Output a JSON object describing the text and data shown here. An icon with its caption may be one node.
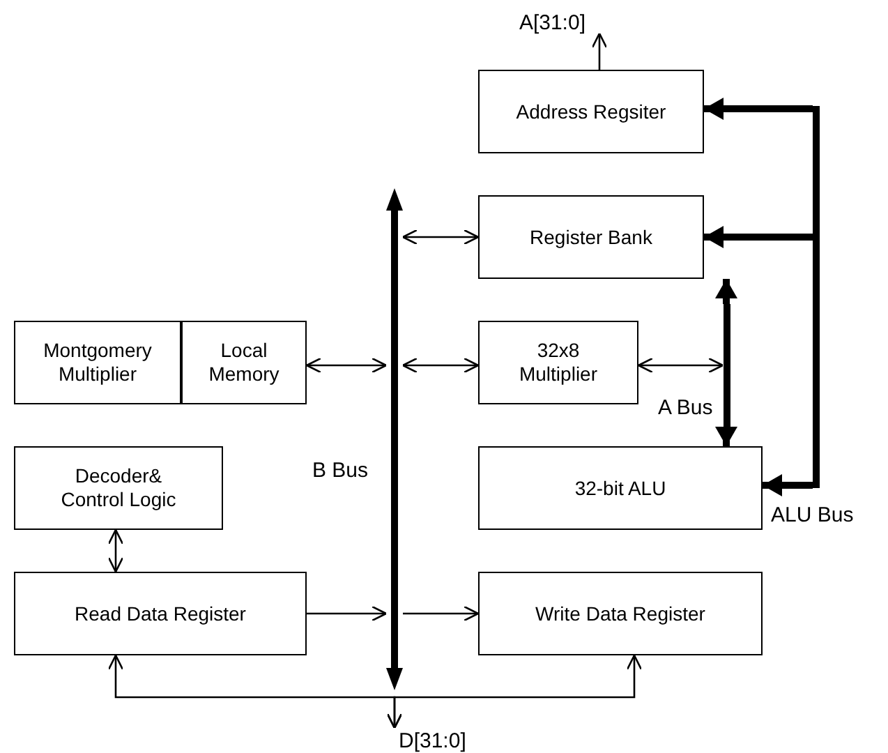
{
  "diagram": {
    "nodes": [
      {
        "text": [
          "Address Regsiter"
        ]
      },
      {
        "text": [
          "Register Bank"
        ]
      },
      {
        "text": [
          "Montgomery Multiplier"
        ]
      },
      {
        "text": [
          "Local Memory"
        ]
      },
      {
        "text": [
          "32x8 Multiplier"
        ]
      },
      {
        "text": [
          "Decoder& Control Logic"
        ]
      },
      {
        "text": [
          "32-bit ALU"
        ]
      },
      {
        "text": [
          "Read Data Register"
        ]
      },
      {
        "text": [
          "Write Data Register"
        ]
      },
      {
        "text": [],
        "shape": "bar",
        "beside": [
          "B Bus"
        ]
      },
      {
        "text": [],
        "shape": "bar",
        "beside": [
          "A Bus"
        ]
      },
      {
        "text": [],
        "shape": "bar",
        "beside": [
          "ALU Bus"
        ]
      },
      {
        "text": [
          "D[31:0]"
        ]
      },
      {
        "text": [
          "A[31:0]"
        ]
      }
    ],
    "edges": [
      {
        "from": 0,
        "to": 13,
        "arrow": "to"
      },
      {
        "from": 9,
        "to": 1,
        "arrow": "both"
      },
      {
        "from": 3,
        "to": 9,
        "arrow": "both"
      },
      {
        "from": 9,
        "to": 4,
        "arrow": "both"
      },
      {
        "from": 4,
        "to": 10,
        "arrow": "both"
      },
      {
        "from": 10,
        "to": 1,
        "arrow": "to",
        "style": "thick"
      },
      {
        "from": 10,
        "to": 6,
        "arrow": "to",
        "style": "thick"
      },
      {
        "from": 11,
        "to": 0,
        "arrow": "to",
        "style": "thick"
      },
      {
        "from": 11,
        "to": 1,
        "arrow": "to",
        "style": "thick"
      },
      {
        "from": 11,
        "to": 6,
        "arrow": "to",
        "style": "thick"
      },
      {
        "from": 5,
        "to": 7,
        "arrow": "both"
      },
      {
        "from": 7,
        "to": 9,
        "arrow": "to"
      },
      {
        "from": 9,
        "to": 8,
        "arrow": "to"
      },
      {
        "from": 7,
        "to": 12,
        "arrow": "both"
      },
      {
        "from": 8,
        "to": 12,
        "arrow": "both"
      }
    ]
  }
}
